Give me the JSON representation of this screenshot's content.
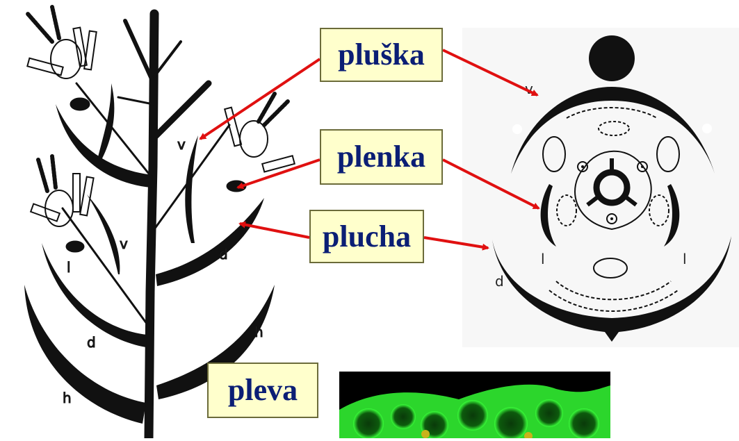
{
  "labels": {
    "pluska": "pluška",
    "plenka": "plenka",
    "plucha": "plucha",
    "pleva": "pleva"
  },
  "side_view_letters": {
    "v_upper": "v",
    "v_lower": "v",
    "l": "l",
    "d_upper": "d",
    "d_lower": "d",
    "h_right": "h",
    "h_left": "h"
  },
  "floral_diagram_letters": {
    "v": "v",
    "l_left": "l",
    "l_right": "l",
    "d": "d"
  },
  "colors": {
    "label_fill": "#ffffcc",
    "label_border": "#6b6b3a",
    "label_text": "#0b1e75",
    "arrow": "#e01010",
    "micrograph_green": "#1fcf1f"
  }
}
